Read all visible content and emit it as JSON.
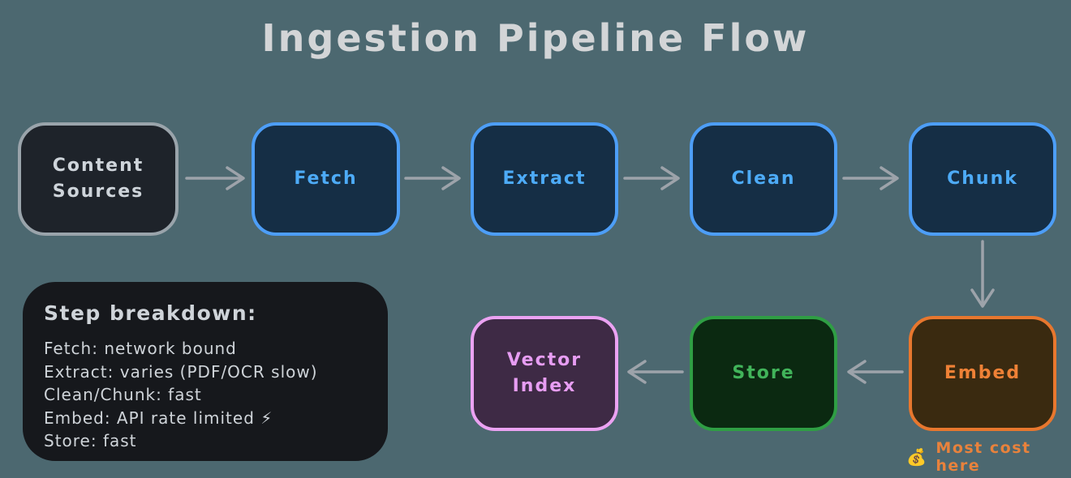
{
  "title": "Ingestion Pipeline Flow",
  "nodes": {
    "content_sources": {
      "label": "Content\nSources"
    },
    "fetch": {
      "label": "Fetch"
    },
    "extract": {
      "label": "Extract"
    },
    "clean": {
      "label": "Clean"
    },
    "chunk": {
      "label": "Chunk"
    },
    "embed": {
      "label": "Embed"
    },
    "store": {
      "label": "Store"
    },
    "vector_index": {
      "label": "Vector\nIndex"
    }
  },
  "breakdown": {
    "heading": "Step breakdown:",
    "lines": [
      "Fetch: network bound",
      "Extract: varies (PDF/OCR slow)",
      "Clean/Chunk: fast",
      "Embed: API rate limited ⚡",
      "Store: fast"
    ]
  },
  "annotation": {
    "icon": "💰",
    "text": "Most cost here"
  },
  "colors": {
    "background": "#4C6870",
    "arrow": "#9da3aa",
    "title_text": "#d3d5d7",
    "node_gray_fill": "#1e232a",
    "node_gray_border": "#9aa4ab",
    "node_gray_text": "#ced4da",
    "node_blue_fill": "#152e45",
    "node_blue_border": "#4d9ef7",
    "node_blue_text": "#4dabf7",
    "node_orange_fill": "#3a2a10",
    "node_orange_border": "#e8772e",
    "node_orange_text": "#ef8136",
    "node_green_fill": "#0b2911",
    "node_green_border": "#2f9e44",
    "node_green_text": "#41b45a",
    "node_purple_fill": "#3e2a45",
    "node_purple_border": "#eba2f2",
    "node_purple_text": "#e79df3",
    "note_fill": "#16181c",
    "note_text": "#cfd4d9",
    "annotation_text": "#e8823c"
  }
}
